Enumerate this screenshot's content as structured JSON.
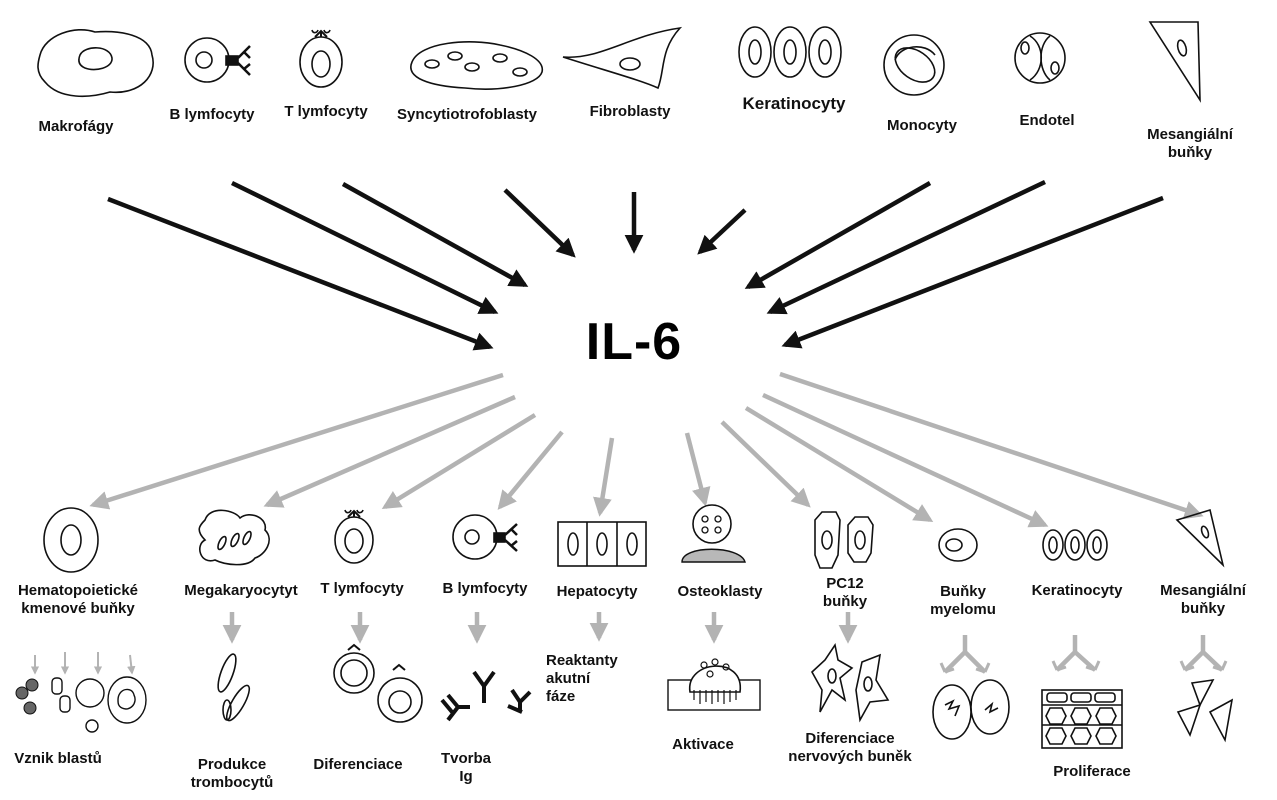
{
  "center": "IL-6",
  "producers": {
    "makrofagy": "Makrofágy",
    "b_lymfocyty": "B lymfocyty",
    "t_lymfocyty": "T  lymfocyty",
    "syncytiotrofoblasty": "Syncytiotrofoblasty",
    "fibroblasty": "Fibroblasty",
    "keratinocyty": "Keratinocyty",
    "monocyty": "Monocyty",
    "endotel": "Endotel",
    "mesangialni_line1": "Mesangiální",
    "mesangialni_line2": "buňky"
  },
  "targets": {
    "hematopoieticke_line1": "Hematopoietické",
    "hematopoieticke_line2": "kmenové buňky",
    "megakaryocytyt": "Megakaryocytyt",
    "t_lymfocyty": "T lymfocyty",
    "b_lymfocyty": "B lymfocyty",
    "hepatocyty": "Hepatocyty",
    "osteoklasty": "Osteoklasty",
    "pc12_line1": "PC12",
    "pc12_line2": "buňky",
    "myelom_line1": "Buňky",
    "myelom_line2": "myelomu",
    "keratinocyty": "Keratinocyty",
    "mesangialni_line1": "Mesangiální",
    "mesangialni_line2": "buňky"
  },
  "effects": {
    "vznik_blastu": "Vznik blastů",
    "produkce_line1": "Produkce",
    "produkce_line2": "trombocytů",
    "diferenciace": "Diferenciace",
    "tvorba_line1": "Tvorba",
    "tvorba_line2": "Ig",
    "reaktanty_line1": "Reaktanty",
    "reaktanty_line2": "akutní",
    "reaktanty_line3": "fáze",
    "aktivace": "Aktivace",
    "dif_nerv_line1": "Diferenciace",
    "dif_nerv_line2": "nervových buněk",
    "proliferace": "Proliferace"
  },
  "colors": {
    "input_arrow": "#111111",
    "output_arrow": "#b3b3b3",
    "bone": "#b8b8b8"
  }
}
